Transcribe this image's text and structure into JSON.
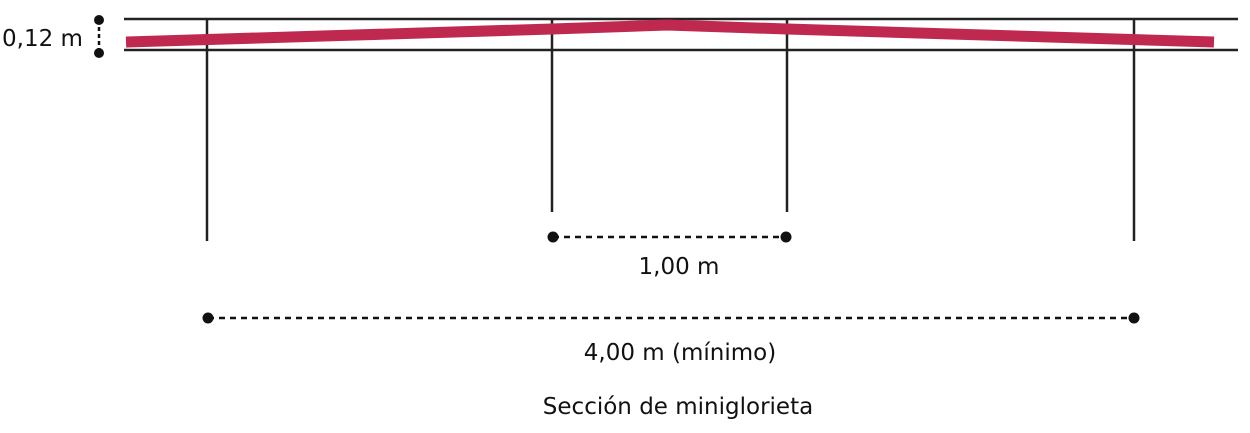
{
  "diagram": {
    "caption": "Sección de miniglorieta",
    "dimensions": {
      "thickness": "0,12 m",
      "center_span": "1,00 m",
      "total_span": "4,00 m (mínimo)"
    },
    "colors": {
      "surface": "#C0294F",
      "lines": "#222222",
      "text": "#111111"
    }
  }
}
